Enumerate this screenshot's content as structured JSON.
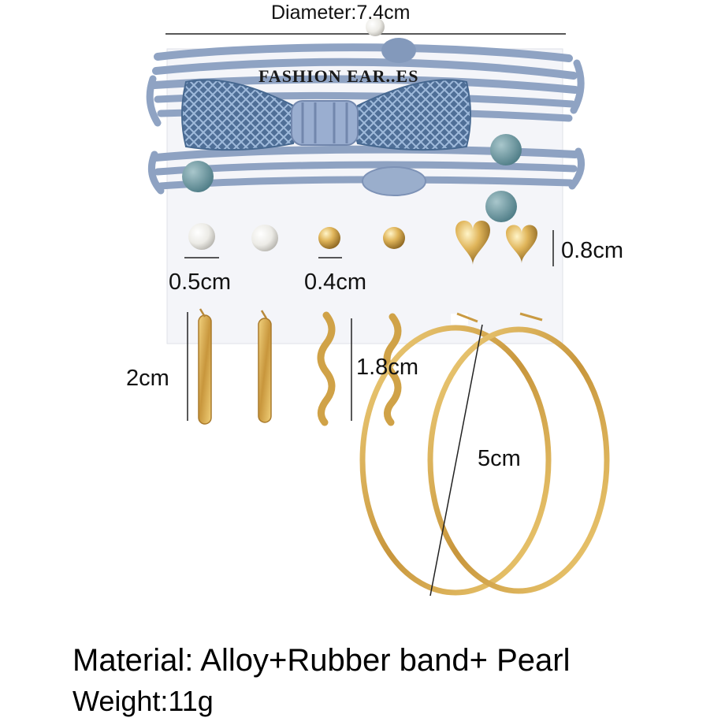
{
  "card": {
    "print": "FASHION EAR..ES"
  },
  "dimensions": {
    "diameter": "Diameter:7.4cm",
    "stud_height": "0.8cm",
    "pearl": "0.5cm",
    "ball": "0.4cm",
    "small_hoop": "2cm",
    "twist_hoop": "1.8cm",
    "large_hoop": "5cm"
  },
  "specs": {
    "material": "Material: Alloy+Rubber band+ Pearl",
    "weight": "Weight:11g"
  },
  "colors": {
    "band": "#8fa3c3",
    "bow": "#5a7aa3",
    "bead": "#6f9aa3",
    "gold": "#d4a64a",
    "pearl": "#f2f0ec",
    "card": "#f4f5f9"
  }
}
